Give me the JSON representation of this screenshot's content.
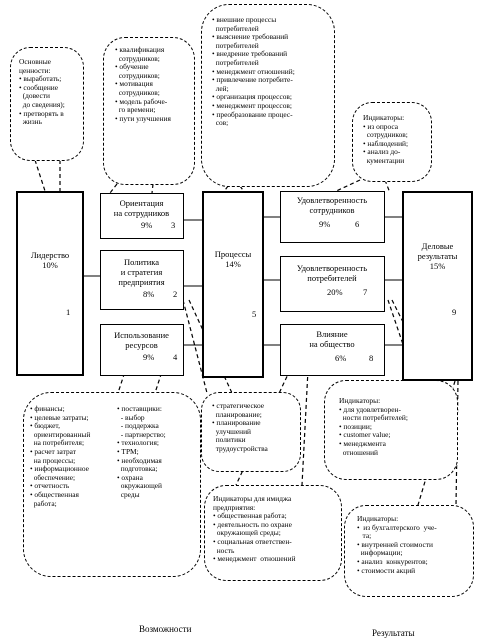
{
  "boxes": {
    "leadership": {
      "label": "Лидерство\n10%",
      "num": "1"
    },
    "people": {
      "label": "Ориентация\nна сотрудников",
      "pct": "9%",
      "num": "3"
    },
    "policy": {
      "label": "Политика\nи стратегия\nпредприятия",
      "pct": "8%",
      "num": "2"
    },
    "resources": {
      "label": "Использование\nресурсов",
      "pct": "9%",
      "num": "4"
    },
    "processes": {
      "label": "Процессы\n14%",
      "num": "5"
    },
    "people_sat": {
      "label": "Удовлетворенность\nсотрудников",
      "pct": "9%",
      "num": "6"
    },
    "customer_sat": {
      "label": "Удовлетворенность\nпотребителей",
      "pct": "20%",
      "num": "7"
    },
    "society": {
      "label": "Влияние\nна общество",
      "pct": "6%",
      "num": "8"
    },
    "business": {
      "label": "Деловые\nрезультаты\n15%",
      "num": "9"
    }
  },
  "callouts": {
    "values": "Основные\nценности:\n• выработать;\n• сообщение\n  (довести\n  до сведения);\n• претворять в\n  жизнь",
    "people_dev": "• квалификация\n  сотрудников;\n• обучение\n  сотрудников;\n• мотивация\n  сотрудников;\n• модель рабоче-\n  го времени;\n• пути улучшения",
    "processes": "• внешние процессы\n  потребителей\n• выяснение требований\n  потребителей\n• внедрение требований\n  потребителей\n• менеджмент отношений;\n• привлечение потребите-\n  лей;\n• организация процессов;\n• менеджмент процессов;\n• преобразование процес-\n  сов;",
    "indicators_top": "Индикаторы:\n• из опроса\n  сотрудников;\n• наблюдений;\n• анализ до-\n  кументации",
    "strategy": "• стратегическое\n  планирование;\n• планирование\n  улучшений\n  политики\n  трудоустройства",
    "resources_left": "• финансы;\n• целевые затраты;\n• бюджет,\n  ориентированный\n  на потребителя;\n• расчет затрат\n  на процессы;\n• информационное\n  обеспечение;\n• отчетность\n• общественная\n  работа;",
    "resources_right": "• поставщики:\n  - выбор\n  - поддержка\n  - партнерство;\n• технология;\n• TPM;\n• необходимая\n  подготовка;\n• охрана\n  окружающей\n  среды",
    "indicators_customer": "Индикаторы:\n• для удовлетворен-\n  ности потребителей;\n• позиции;\n• customer value;\n• менеджмента\n  отношений",
    "indicators_image": "Индикаторы для имиджа\nпредприятия:\n• общественная работа;\n• деятельность по охране\n  окружающей среды;\n• социальная ответствен-\n  ность\n• менеджмент  отношений",
    "indicators_accounting": "Индикаторы:\n•  из бухгалтерского  уче-\n   та;\n• внутренней стоимости\n  информации;\n• анализ  конкурентов;\n• стоимости акций"
  },
  "footer": {
    "left": "Возможности",
    "right": "Результаты"
  }
}
